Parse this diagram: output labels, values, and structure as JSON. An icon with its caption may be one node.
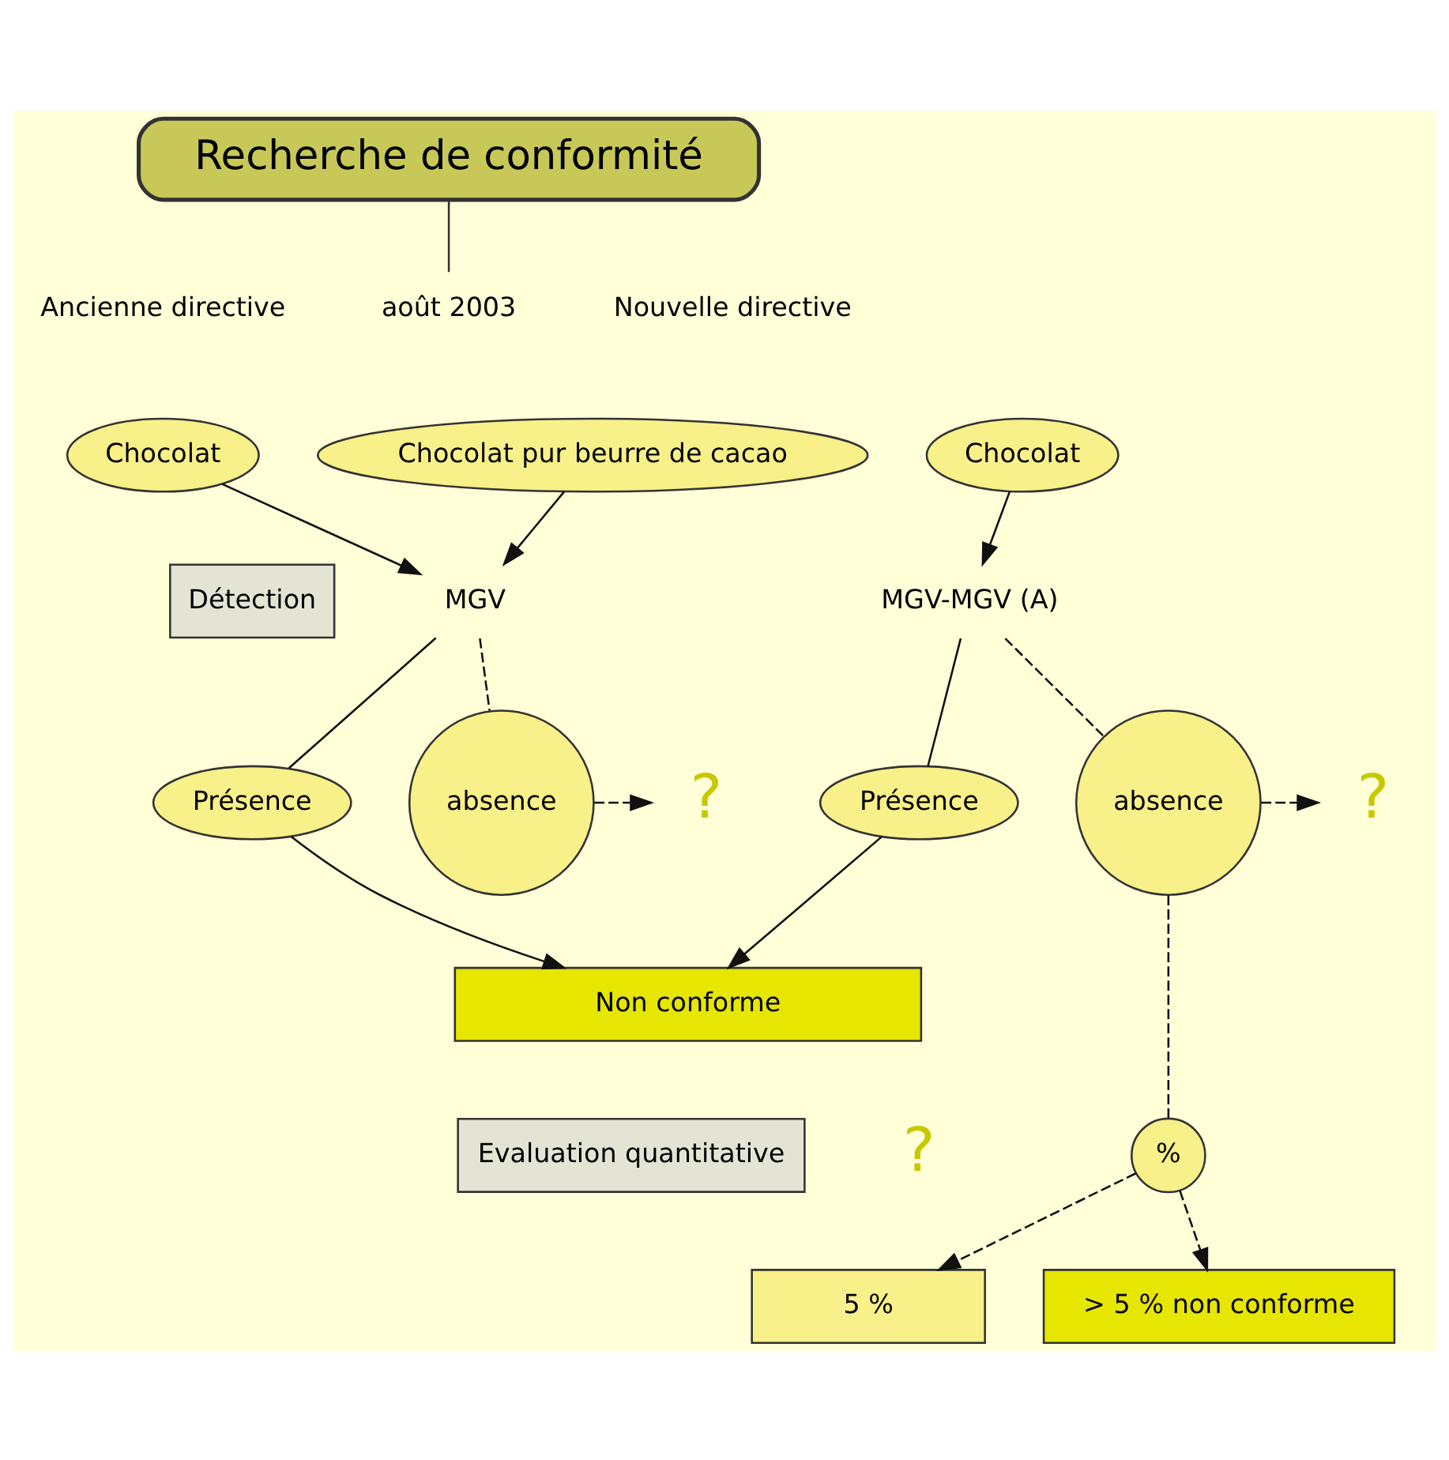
{
  "diagram": {
    "nodes": [
      {
        "text": [
          "Recherche de conformité"
        ]
      },
      {
        "text": [
          "Chocolat"
        ]
      },
      {
        "text": [
          "Chocolat pur beurre de cacao"
        ]
      },
      {
        "text": [
          "Chocolat"
        ]
      },
      {
        "text": [
          "Détection"
        ]
      },
      {
        "text": [
          "MGV"
        ]
      },
      {
        "text": [
          "MGV-MGV (A)"
        ]
      },
      {
        "text": [
          "Présence"
        ]
      },
      {
        "text": [
          "absence"
        ]
      },
      {
        "text": [
          "?"
        ]
      },
      {
        "text": [
          "Présence"
        ]
      },
      {
        "text": [
          "absence"
        ]
      },
      {
        "text": [
          "?"
        ]
      },
      {
        "text": [
          "Non conforme"
        ]
      },
      {
        "text": [
          "Evaluation quantitative"
        ]
      },
      {
        "text": [
          "%"
        ]
      },
      {
        "text": [
          "5 %"
        ]
      },
      {
        "text": [
          "> 5 % non conforme"
        ]
      }
    ],
    "edges": [
      {
        "from": 1,
        "to": 5,
        "arrow": "to"
      },
      {
        "from": 2,
        "to": 5,
        "arrow": "to"
      },
      {
        "from": 3,
        "to": 6,
        "arrow": "to"
      },
      {
        "from": 5,
        "to": 7,
        "arrow": "none"
      },
      {
        "from": 5,
        "to": 8,
        "arrow": "none",
        "style": "dashed"
      },
      {
        "from": 8,
        "to": 9,
        "arrow": "to",
        "style": "dashed"
      },
      {
        "from": 6,
        "to": 10,
        "arrow": "none"
      },
      {
        "from": 6,
        "to": 11,
        "arrow": "none",
        "style": "dashed"
      },
      {
        "from": 11,
        "to": 12,
        "arrow": "to",
        "style": "dashed"
      },
      {
        "from": 11,
        "to": 15,
        "arrow": "none",
        "style": "dashed"
      },
      {
        "from": 7,
        "to": 13,
        "arrow": "to"
      },
      {
        "from": 10,
        "to": 13,
        "arrow": "to"
      },
      {
        "from": 15,
        "to": 16,
        "arrow": "to",
        "style": "dashed"
      },
      {
        "from": 15,
        "to": 17,
        "arrow": "to",
        "style": "dashed"
      }
    ],
    "labels": [
      "Ancienne directive",
      "août 2003",
      "Nouvelle directive",
      "?"
    ]
  }
}
